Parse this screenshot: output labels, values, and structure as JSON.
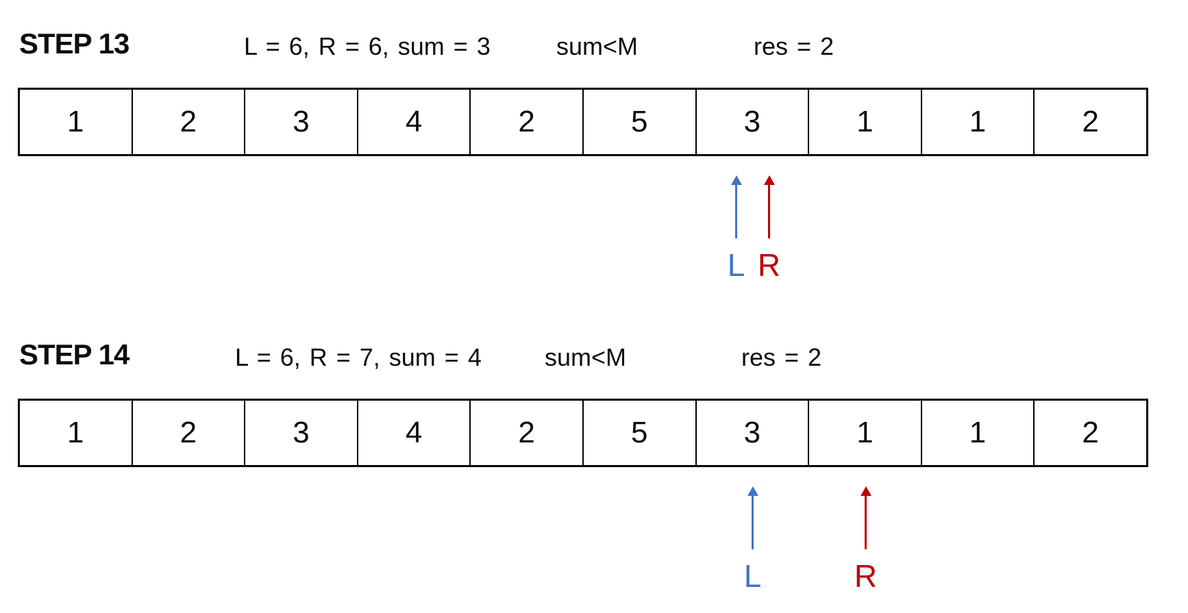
{
  "colors": {
    "pointer_left": "#4472C4",
    "pointer_right": "#C00000",
    "border": "#000000",
    "text": "#0d0d0d",
    "background": "#ffffff"
  },
  "array": {
    "values": [
      "1",
      "2",
      "3",
      "4",
      "2",
      "5",
      "3",
      "1",
      "1",
      "2"
    ]
  },
  "steps": [
    {
      "title": "STEP 13",
      "state": "L = 6, R = 6, sum = 3",
      "condition": "sum<M",
      "result": "res = 2",
      "left_label": "L",
      "right_label": "R",
      "left_index": 6,
      "right_index": 6
    },
    {
      "title": "STEP 14",
      "state": "L = 6, R = 7, sum = 4",
      "condition": "sum<M",
      "result": "res = 2",
      "left_label": "L",
      "right_label": "R",
      "left_index": 6,
      "right_index": 7
    }
  ]
}
